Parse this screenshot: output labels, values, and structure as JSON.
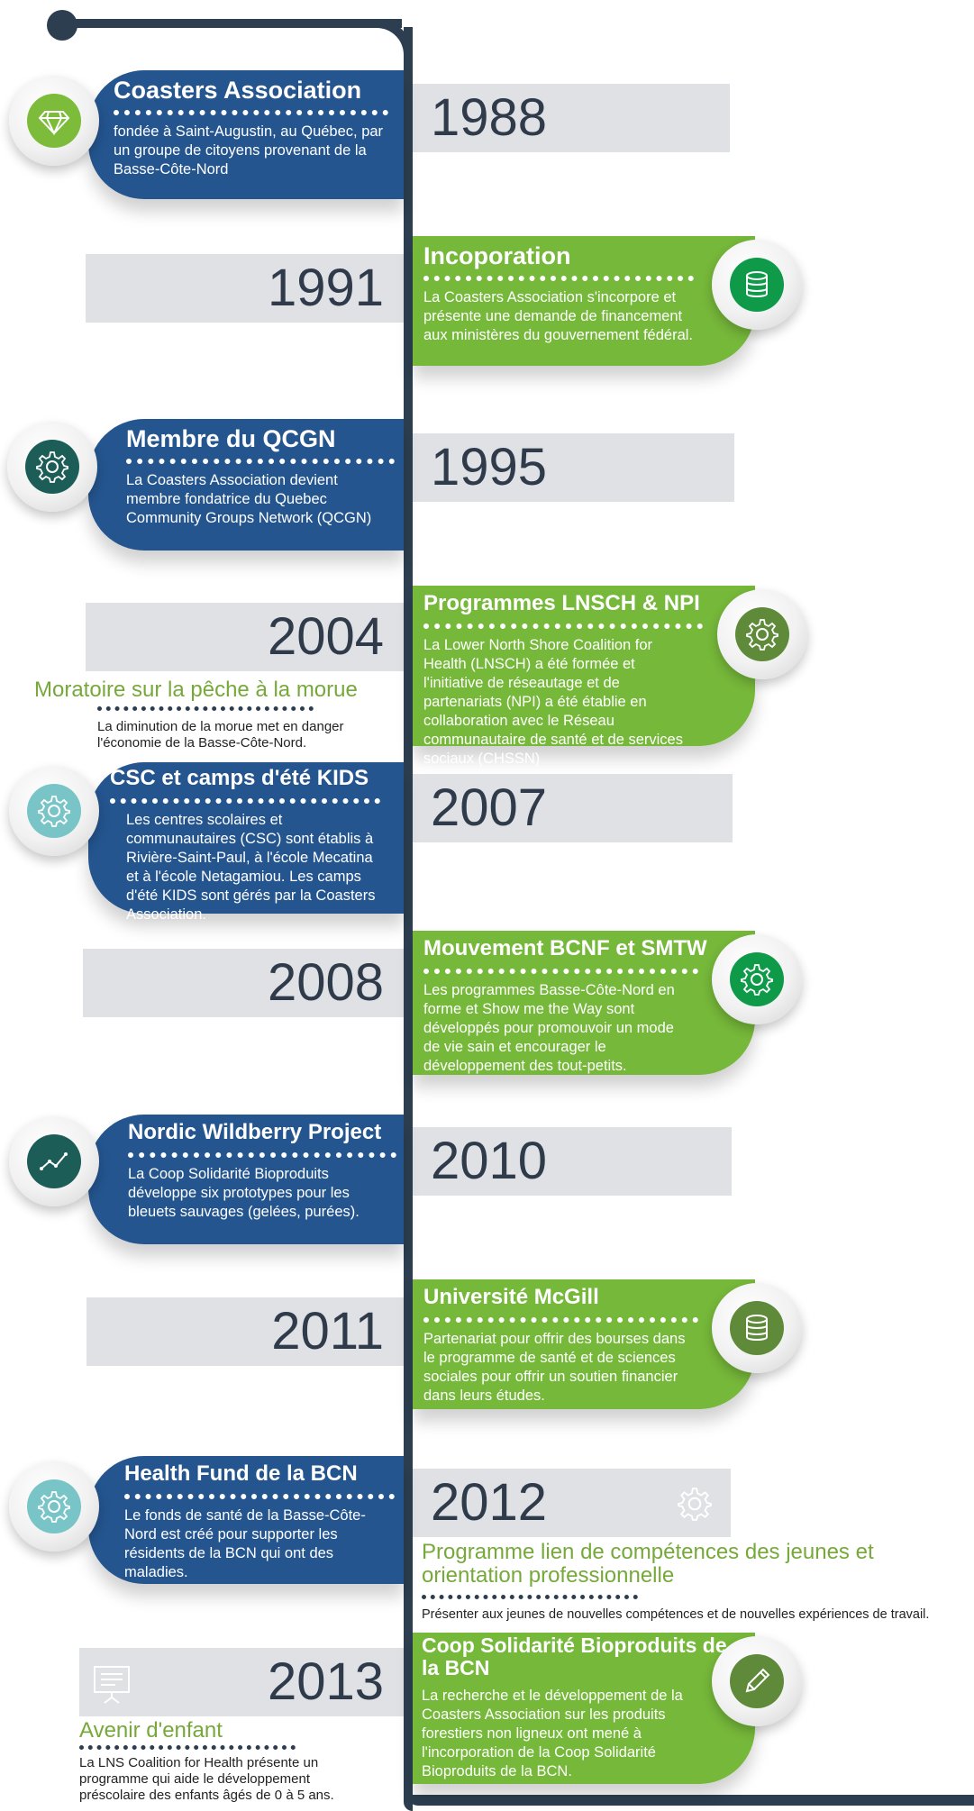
{
  "colors": {
    "blue": "#24558f",
    "green": "#76b83a",
    "spine": "#2c3e50",
    "year_bg": "#dfe1e5"
  },
  "events": [
    {
      "year": "1988",
      "title": "Coasters Association",
      "body": "fondée à Saint-Augustin, au Québec, par un groupe de citoyens provenant de la Basse-Côte-Nord",
      "icon": "diamond-icon"
    },
    {
      "year": "1991",
      "title": "Incoporation",
      "body": "La Coasters Association s'incorpore et présente une demande de financement aux ministères du gouvernement fédéral.",
      "icon": "database-icon"
    },
    {
      "year": "1995",
      "title": "Membre du QCGN",
      "body": "La Coasters Association devient membre fondatrice du Quebec Community Groups Network (QCGN)",
      "icon": "gear-icon"
    },
    {
      "year": "2004",
      "title": "Programmes LNSCH & NPI",
      "body": "La Lower North Shore Coalition for Health (LNSCH) a été formée et l'initiative de réseautage et de partenariats (NPI) a été établie en collaboration avec le Réseau communautaire de santé et de services sociaux (CHSSN)",
      "icon": "gear-icon"
    },
    {
      "year": "2007",
      "title": "CSC et camps d'été KIDS",
      "body": "Les centres scolaires et communautaires (CSC) sont établis à Rivière-Saint-Paul, à l'école Mecatina et à l'école Netagamiou. Les camps d'été KIDS sont gérés par la Coasters Association.",
      "icon": "gear-icon"
    },
    {
      "year": "2008",
      "title": "Mouvement BCNF et SMTW",
      "body": "Les programmes Basse-Côte-Nord en forme et Show me the Way sont développés pour promouvoir un mode de vie sain et encourager le développement des tout-petits.",
      "icon": "gear-icon"
    },
    {
      "year": "2010",
      "title": "Nordic Wildberry Project",
      "body": "La Coop Solidarité Bioproduits développe six prototypes pour les bleuets sauvages (gelées, purées).",
      "icon": "line-chart-icon"
    },
    {
      "year": "2011",
      "title": "Université McGill",
      "body": "Partenariat pour offrir des bourses dans le programme de santé et de sciences sociales pour offrir un soutien financier dans leurs études.",
      "icon": "database-icon"
    },
    {
      "year": "2012",
      "title": "Health Fund de la BCN",
      "body": "Le fonds de santé de la Basse-Côte-Nord est créé pour supporter les résidents de la BCN qui ont des maladies.",
      "icon": "gear-icon"
    },
    {
      "year": "2013",
      "title": "Coop Solidarité Bioproduits de la BCN",
      "body": "La recherche et le développement de la Coasters Association sur les produits forestiers non ligneux ont mené à l'incorporation de la Coop Solidarité Bioproduits de la BCN.",
      "icon": "pencil-icon"
    }
  ],
  "notes": {
    "moratoire": {
      "title": "Moratoire sur la pêche à la morue",
      "body": "La diminution de la morue met en danger l'économie de la Basse-Côte-Nord."
    },
    "programme": {
      "title": "Programme lien de compétences des jeunes et orientation professionnelle",
      "body": "Présenter aux jeunes de nouvelles compétences et de nouvelles expériences de travail."
    },
    "avenir": {
      "title": "Avenir d'enfant",
      "body": "La LNS Coalition for Health présente un programme qui aide le développement préscolaire des enfants âgés de 0 à 5 ans."
    }
  }
}
